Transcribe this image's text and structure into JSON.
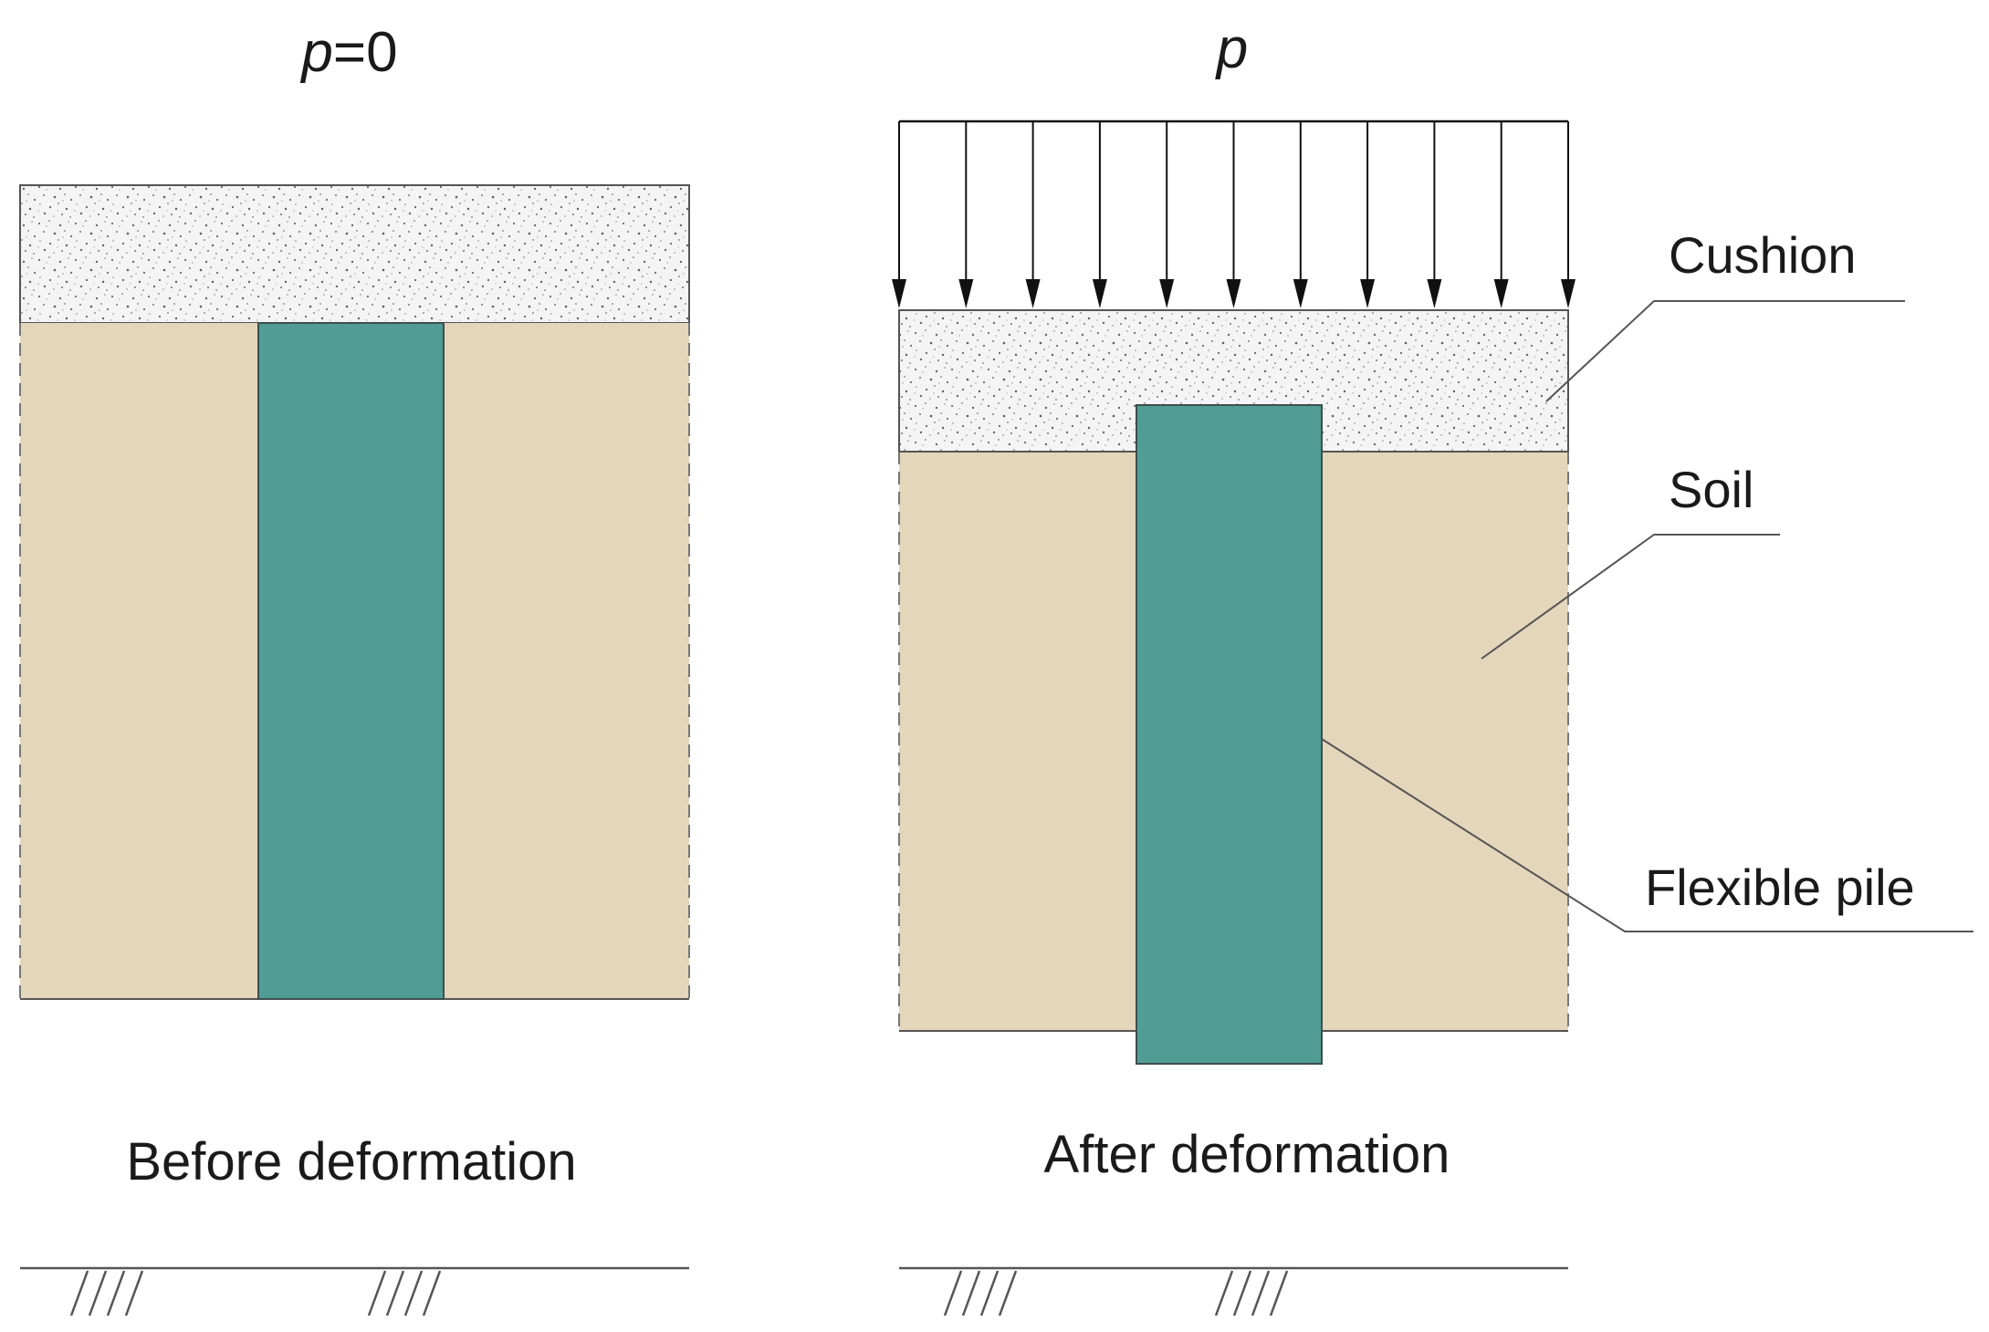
{
  "left_panel": {
    "load_label_var": "p",
    "load_label_rest": "=0",
    "caption": "Before deformation"
  },
  "right_panel": {
    "load_label_var": "p",
    "caption": "After deformation",
    "arrow_count": 11
  },
  "callouts": {
    "cushion": "Cushion",
    "soil": "Soil",
    "flexible_pile": "Flexible pile"
  },
  "colors": {
    "soil": "#e3d6bb",
    "pile": "#519d96",
    "cushion_bg": "#f4f4f4",
    "outline": "#555555"
  }
}
